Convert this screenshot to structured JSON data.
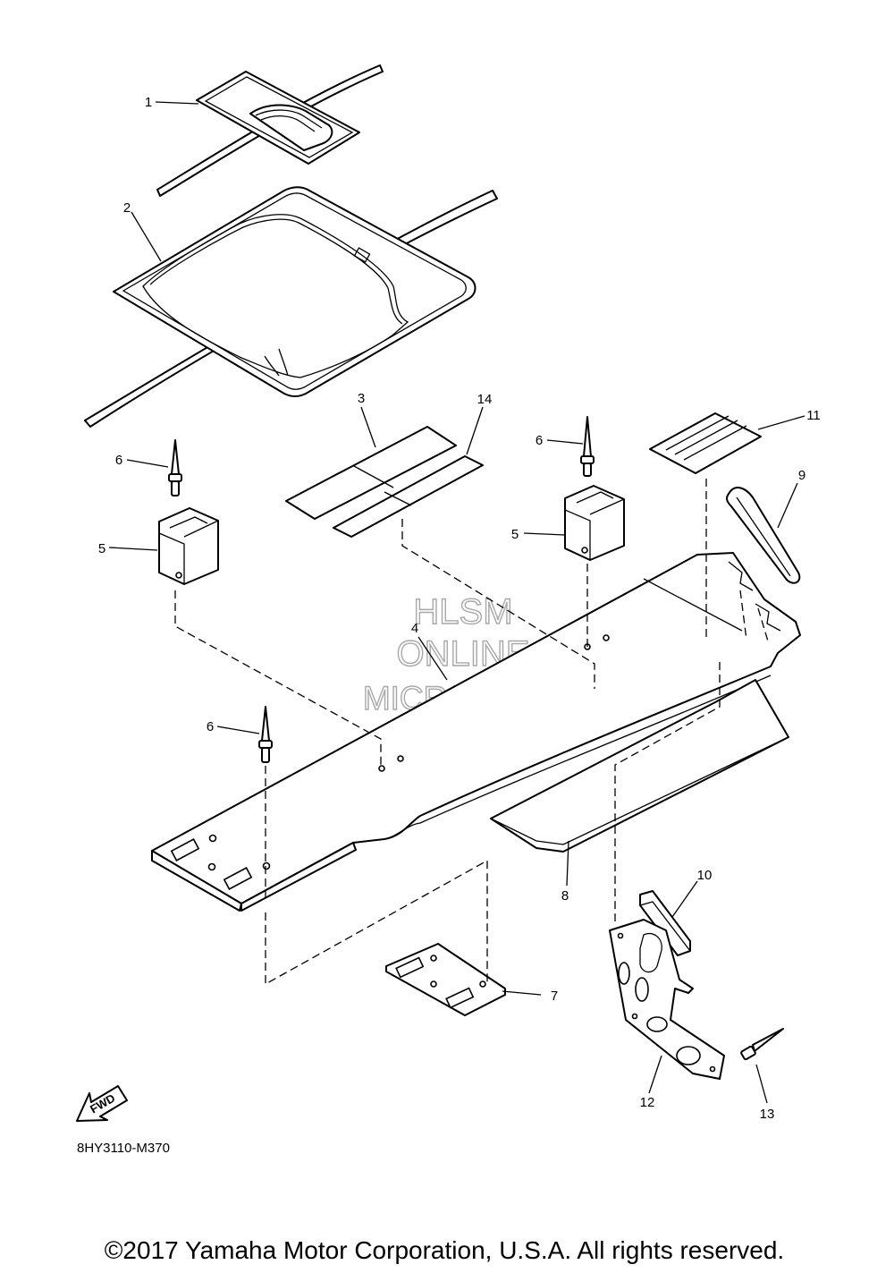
{
  "callouts": [
    "1",
    "2",
    "3",
    "4",
    "5",
    "5",
    "6",
    "6",
    "6",
    "7",
    "8",
    "9",
    "10",
    "11",
    "12",
    "13",
    "14"
  ],
  "watermark": {
    "line1": "HLSM",
    "line2": "ONLINE",
    "line3": "MICROFICHE"
  },
  "fwd_label": "FWD",
  "diagram_code": "8HY3110-M370",
  "copyright": "©2017 Yamaha Motor Corporation, U.S.A. All rights reserved."
}
